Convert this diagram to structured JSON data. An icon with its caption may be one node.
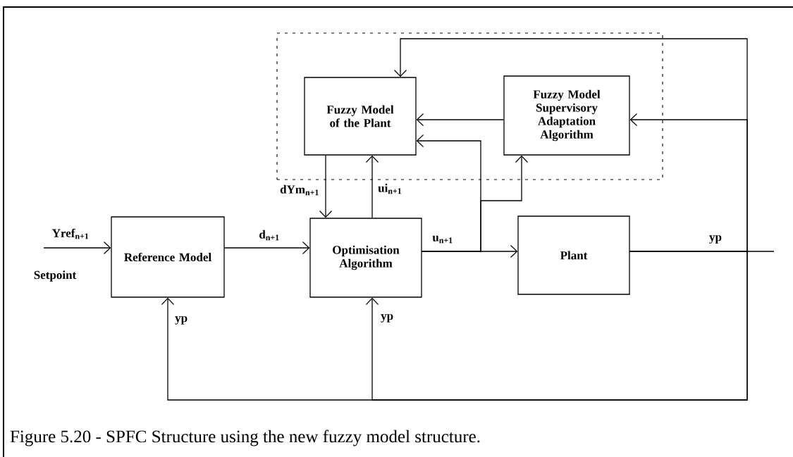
{
  "diagram": {
    "caption": "Figure 5.20 - SPFC Structure using the new fuzzy model structure.",
    "nodes": [
      {
        "text": [],
        "shape": "box"
      },
      {
        "text": [
          "Fuzzy Model of the Plant"
        ],
        "in": 0
      },
      {
        "text": [
          "Fuzzy Model Supervisory Adaptation Algorithm"
        ],
        "in": 0
      },
      {
        "text": [
          "Reference Model"
        ]
      },
      {
        "text": [
          "Optimisation Algorithm"
        ]
      },
      {
        "text": [
          "Plant"
        ]
      }
    ],
    "edges": [
      {
        "from": null,
        "to": 3,
        "arrow": "to",
        "label": "Yref$_{n+1}$"
      },
      {
        "from": 3,
        "to": 4,
        "arrow": "to",
        "label": "d$_{n+1}$"
      },
      {
        "from": 1,
        "to": 4,
        "arrow": "to",
        "label": "dYm$_{n+1}$"
      },
      {
        "from": 4,
        "to": 1,
        "arrow": "to",
        "label": "ui$_{n+1}$"
      },
      {
        "from": 4,
        "to": 5,
        "arrow": "to",
        "label": "u$_{n+1}$"
      },
      {
        "from": 4,
        "to": 1,
        "arrow": "to"
      },
      {
        "from": 4,
        "to": 2,
        "arrow": "to"
      },
      {
        "from": 2,
        "to": 1,
        "arrow": "to"
      },
      {
        "from": 5,
        "to": null,
        "arrow": "none",
        "label": "yp"
      },
      {
        "from": 5,
        "to": 3,
        "arrow": "to",
        "label": "yp"
      },
      {
        "from": 5,
        "to": 4,
        "arrow": "to",
        "label": "yp"
      },
      {
        "from": 5,
        "to": 2,
        "arrow": "to"
      },
      {
        "from": 5,
        "to": 1,
        "arrow": "to"
      }
    ],
    "labels": [
      "Setpoint"
    ]
  }
}
